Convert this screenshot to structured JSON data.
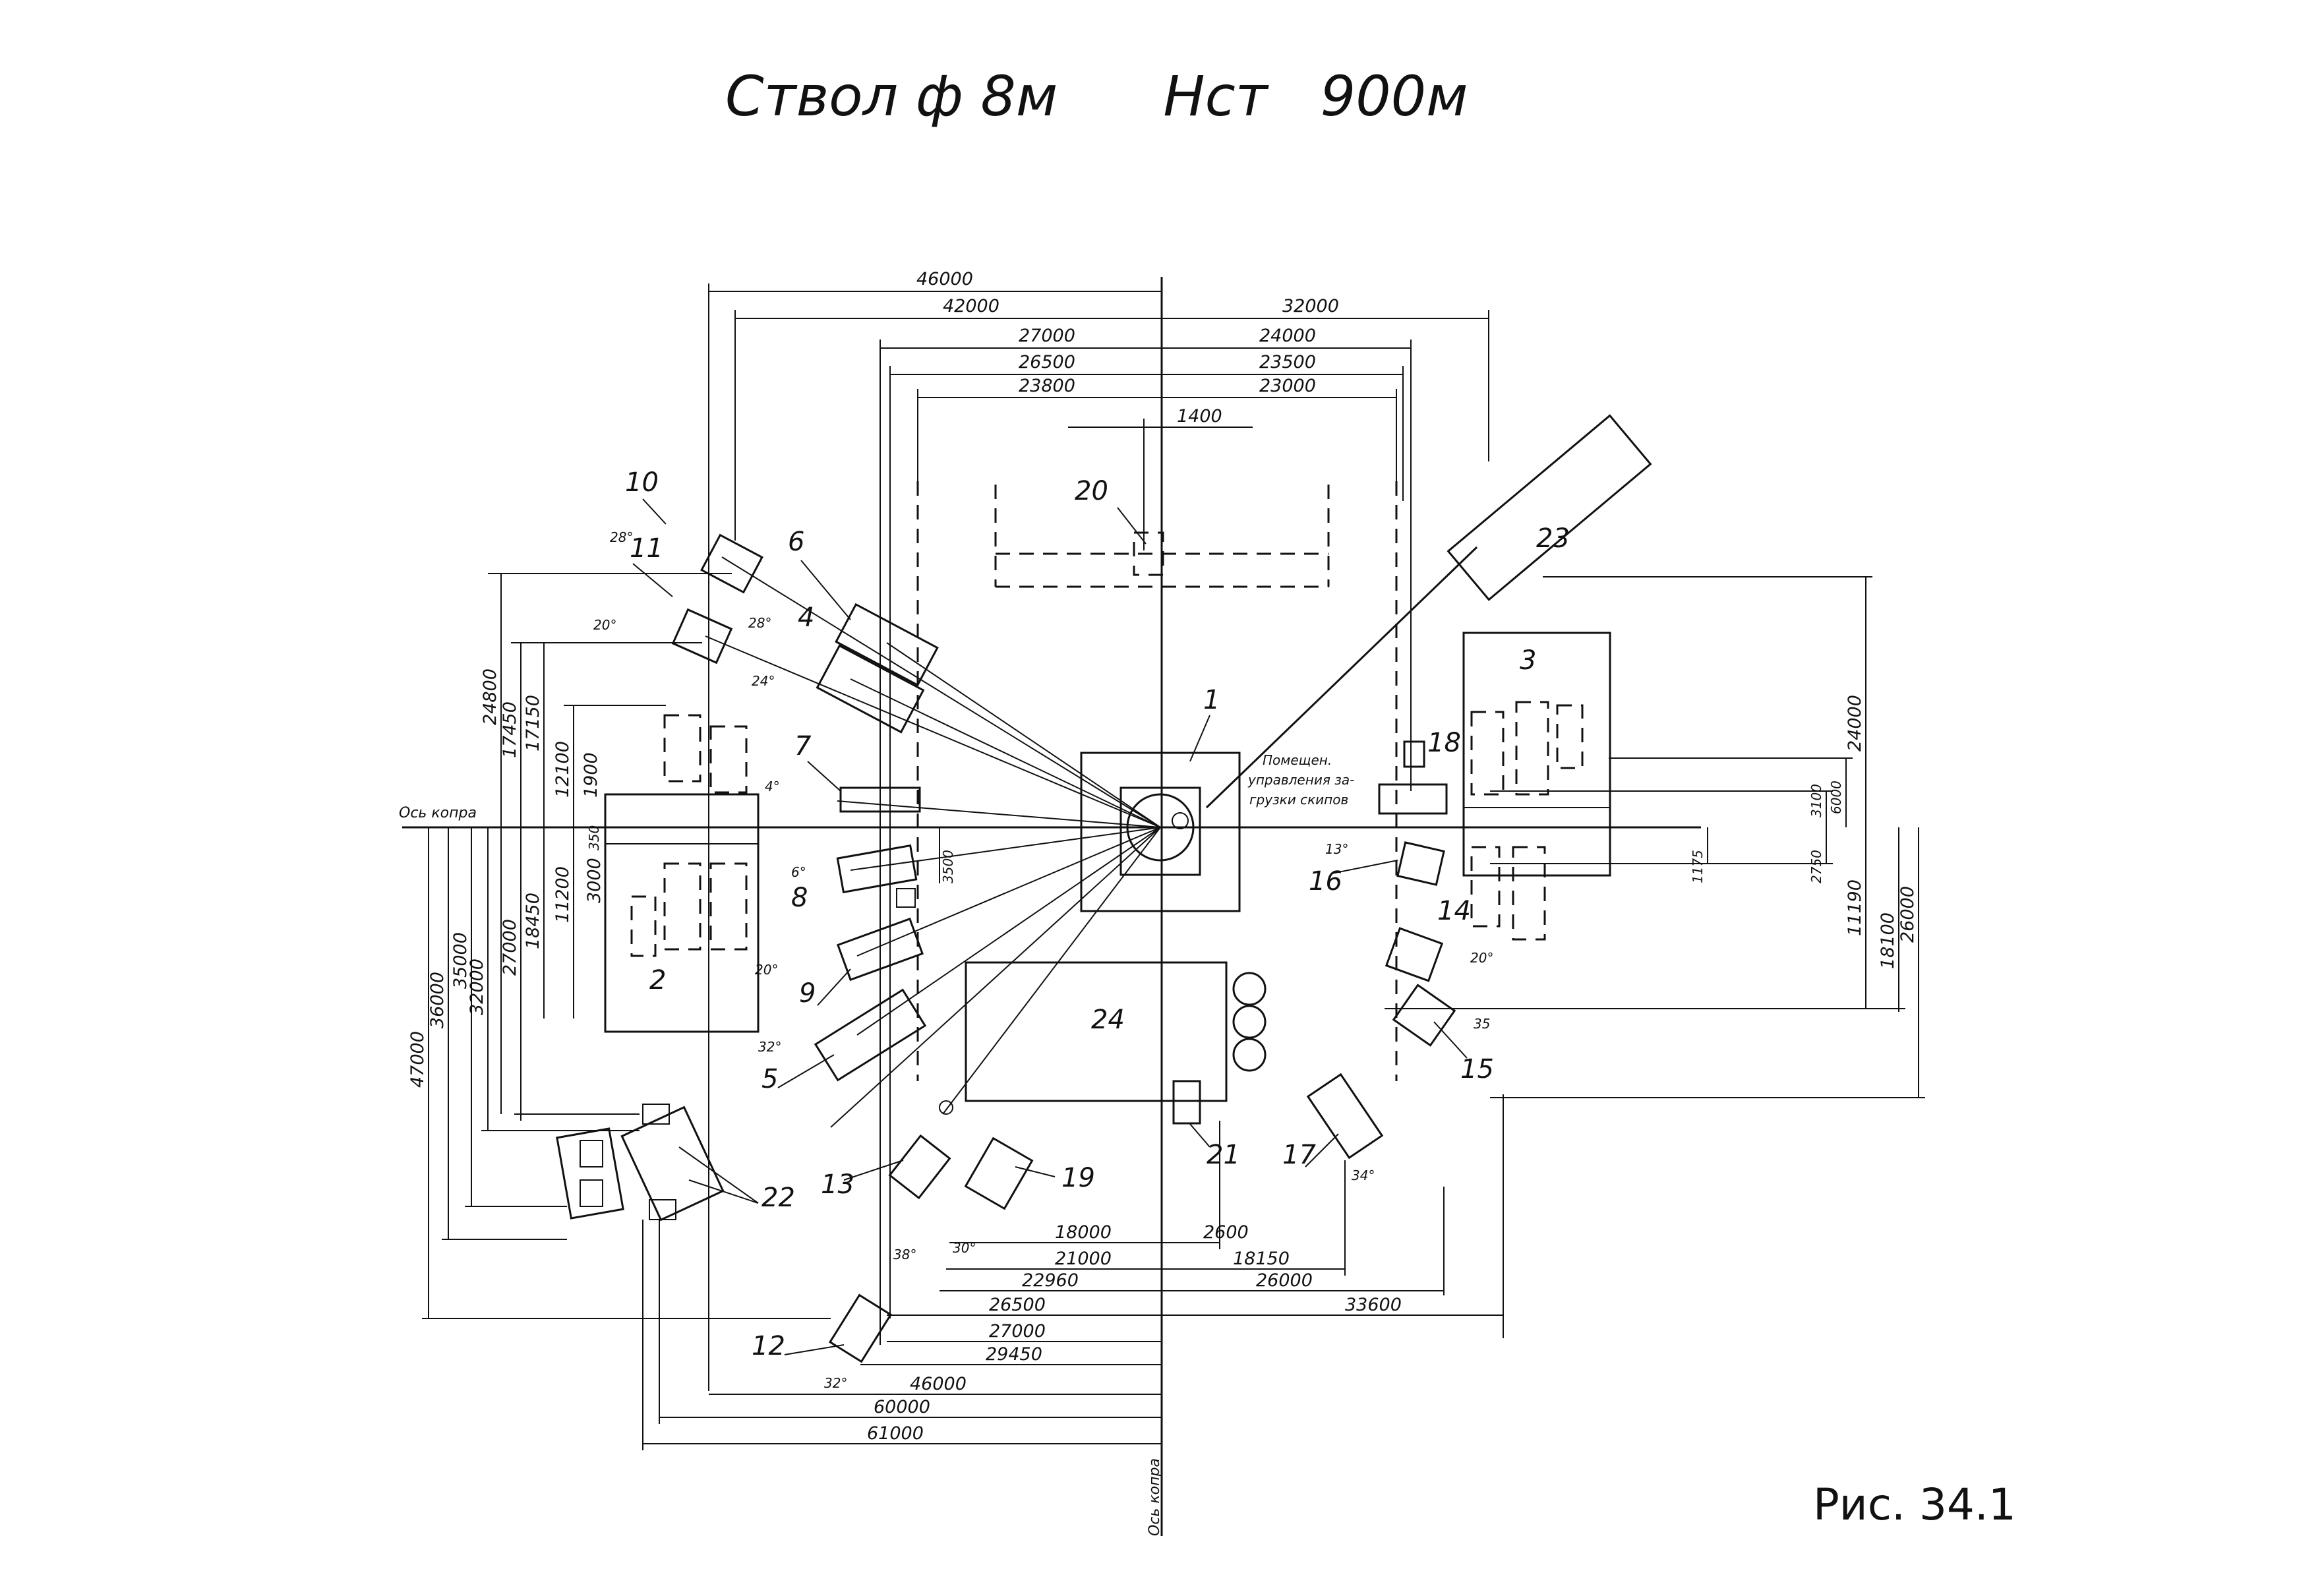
{
  "title": "Ствол ф 8м      Нст   900м",
  "figure_caption": "Рис. 34.1",
  "axis_labels": {
    "horizontal": "Ось копра",
    "vertical": "Ось копра"
  },
  "room_label": [
    "Помещен.",
    "управления за-",
    "грузки скипов"
  ],
  "objects": [
    "1",
    "2",
    "3",
    "4",
    "5",
    "6",
    "7",
    "8",
    "9",
    "10",
    "11",
    "12",
    "13",
    "14",
    "15",
    "16",
    "17",
    "18",
    "19",
    "20",
    "21",
    "22",
    "23",
    "24"
  ],
  "angles": [
    "28°",
    "28°",
    "20°",
    "24°",
    "4°",
    "6°",
    "20°",
    "32°",
    "38°",
    "30°",
    "34°",
    "13°",
    "20°",
    "35",
    "32°"
  ],
  "dims_top": [
    "46000",
    "42000",
    "27000",
    "26500",
    "23800",
    "1400",
    "32000",
    "24000",
    "23500",
    "23000"
  ],
  "dims_bottom": [
    "18000",
    "2600",
    "21000",
    "18150",
    "22960",
    "26000",
    "26500",
    "33600",
    "27000",
    "29450",
    "46000",
    "60000",
    "61000"
  ],
  "dims_left": [
    "24800",
    "17450",
    "17150",
    "12100",
    "1900",
    "350",
    "3000",
    "11200",
    "18450",
    "27000",
    "32000",
    "35000",
    "36000",
    "47000"
  ],
  "dims_mid": [
    "3500"
  ],
  "dims_right": [
    "24000",
    "6000",
    "3100",
    "2750",
    "1175",
    "11190",
    "18100",
    "26000"
  ]
}
